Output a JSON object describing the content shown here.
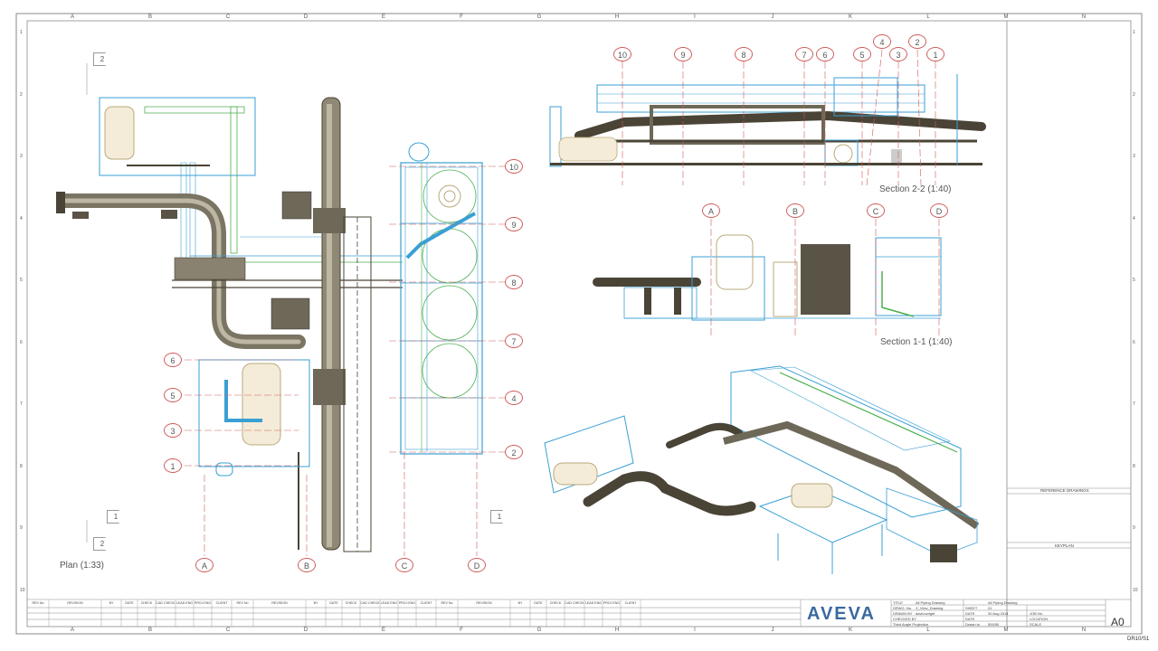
{
  "grid": {
    "columns": [
      "A",
      "B",
      "C",
      "D",
      "E",
      "F",
      "G",
      "H",
      "I",
      "J",
      "K",
      "L",
      "M",
      "N"
    ],
    "rows": [
      "1",
      "2",
      "3",
      "4",
      "5",
      "6",
      "7",
      "8",
      "9",
      "10"
    ]
  },
  "views": {
    "plan_title": "Plan (1:33)",
    "section22_title": "Section 2-2 (1:40)",
    "section11_title": "Section 1-1 (1:40)"
  },
  "plan_bubbles": {
    "right": [
      "10",
      "9",
      "8",
      "7",
      "4",
      "2"
    ],
    "left": [
      "6",
      "5",
      "3",
      "1"
    ],
    "bottom": [
      "A",
      "B",
      "C",
      "D"
    ],
    "arrows": [
      "2",
      "1",
      "2",
      "1"
    ]
  },
  "section22_bubbles": [
    "10",
    "9",
    "8",
    "7",
    "6",
    "5",
    "4",
    "3",
    "2",
    "1"
  ],
  "section11_bubbles": [
    "A",
    "B",
    "C",
    "D"
  ],
  "side_panel": {
    "reference_drawings": "REFERENCE DRAWINGS",
    "keyplan": "KEYPLAN"
  },
  "revision_table": {
    "headers": [
      "REV No",
      "REVISION",
      "BY",
      "DATE",
      "CHECK",
      "CAD CHECK",
      "LEAD ENG",
      "PROJ ENG",
      "CLIENT"
    ]
  },
  "title_block": {
    "logo": "AVEVA",
    "rows": [
      {
        "k": "TITLE",
        "v": "All Piping Drawing",
        "k2": "",
        "v2": "All Piping Drawing"
      },
      {
        "k": "DRWG. No.",
        "v": "X_View_Drawing",
        "k2": "SHEET",
        "v2": "01"
      },
      {
        "k": "DRAWN BY",
        "v": "david.wright",
        "k2": "DATE",
        "v2": "30 Aug 2014",
        "k3": "JOB No."
      },
      {
        "k": "CHECKED BY",
        "v": "",
        "k2": "DATE",
        "v2": "",
        "k3": "LOCATION"
      },
      {
        "k": "Third Angle Projection",
        "v": "",
        "k2": "Drawn to",
        "v2": "500/50",
        "k3": "SCALE"
      }
    ],
    "size": "A0",
    "sheet_ref": "DR10/S1"
  },
  "colors": {
    "border": "#8a8a8a",
    "bubble": "#d05a5a",
    "steel": "#3a9fd4",
    "green": "#4caf50",
    "pipe": "#4a4436",
    "logo": "#3b6aa0"
  }
}
